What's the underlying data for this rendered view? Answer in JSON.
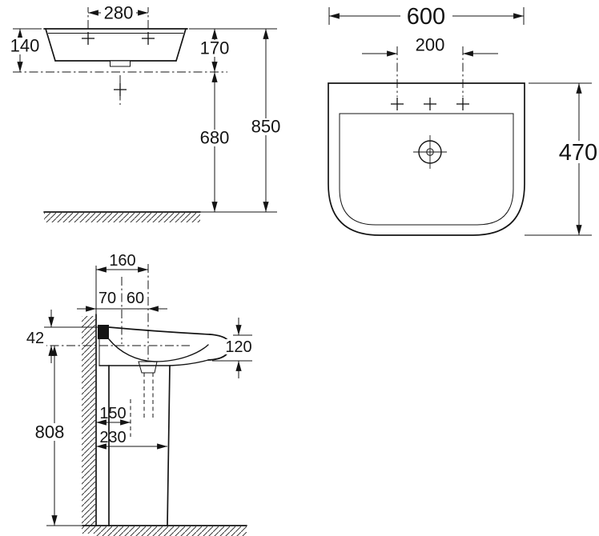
{
  "drawing": {
    "side_view": {
      "d280": "280",
      "d140": "140",
      "d170": "170",
      "d680": "680",
      "d850": "850"
    },
    "plan_view": {
      "d600": "600",
      "d200": "200",
      "d470": "470"
    },
    "pedestal_view": {
      "d160": "160",
      "d70": "70",
      "d60": "60",
      "d42": "42",
      "d120": "120",
      "d808": "808",
      "d150": "150",
      "d230": "230"
    }
  }
}
